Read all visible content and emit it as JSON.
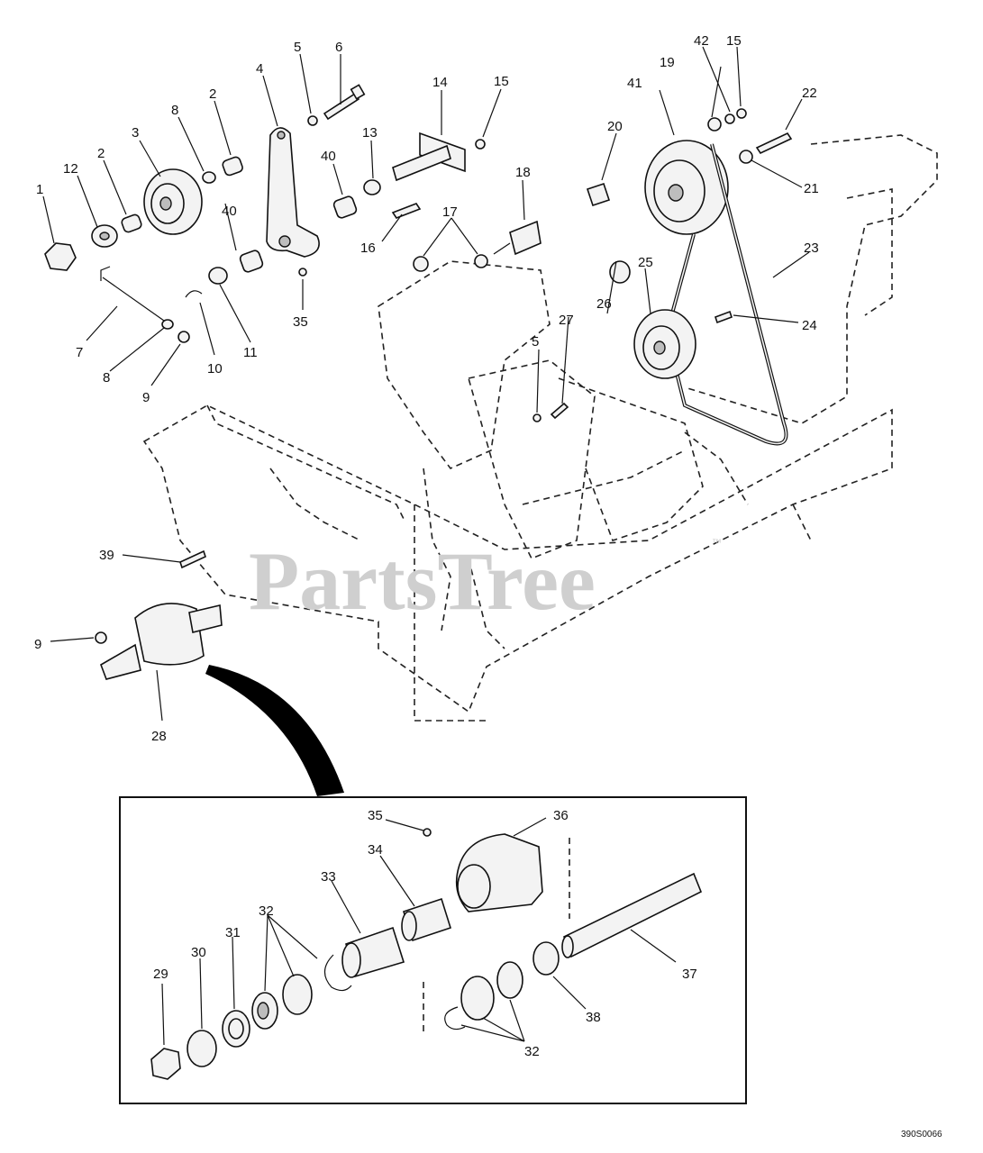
{
  "watermark": {
    "text": "PartsTree",
    "trademark": "™"
  },
  "drawing_code": "390S0066",
  "callouts": {
    "c1": "1",
    "c2a": "2",
    "c2b": "2",
    "c3": "3",
    "c4": "4",
    "c5a": "5",
    "c5b": "5",
    "c6": "6",
    "c7": "7",
    "c8a": "8",
    "c8b": "8",
    "c9a": "9",
    "c9b": "9",
    "c10": "10",
    "c11": "11",
    "c12": "12",
    "c13": "13",
    "c14": "14",
    "c15a": "15",
    "c15b": "15",
    "c16": "16",
    "c17": "17",
    "c18": "18",
    "c19": "19",
    "c20": "20",
    "c21": "21",
    "c22": "22",
    "c23": "23",
    "c24": "24",
    "c25": "25",
    "c26": "26",
    "c27": "27",
    "c28": "28",
    "c29": "29",
    "c30": "30",
    "c31": "31",
    "c32a": "32",
    "c32b": "32",
    "c33": "33",
    "c34": "34",
    "c35a": "35",
    "c35b": "35",
    "c36": "36",
    "c37": "37",
    "c38": "38",
    "c39": "39",
    "c40a": "40",
    "c40b": "40",
    "c41": "41",
    "c42": "42"
  }
}
